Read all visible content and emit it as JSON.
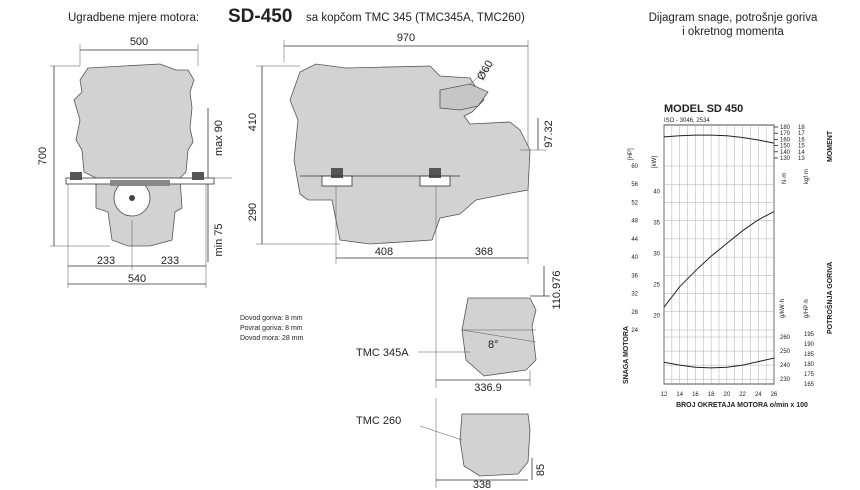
{
  "header": {
    "prefix": "Ugradbene mjere motora:",
    "model": "SD-450",
    "suffix": "sa kopčom TMC 345 (TMC345A, TMC260)",
    "chart_title_line1": "Dijagram snage, potrošnje goriva",
    "chart_title_line2": "i okretnog momenta"
  },
  "front_view": {
    "width_top": "500",
    "height": "700",
    "max": "max 90",
    "min": "min 75",
    "half_left": "233",
    "half_right": "233",
    "width_bottom": "540"
  },
  "side_view": {
    "length": "970",
    "upper_height": "410",
    "lower_height": "290",
    "exhaust": "Ø60",
    "shaft_offset": "97.32",
    "mount_left": "408",
    "mount_right": "368"
  },
  "connections": {
    "fuel_in": "Dovod goriva: 8 mm",
    "fuel_return": "Povrat goriva: 8 mm",
    "sea_water": "Dovod mora: 28 mm"
  },
  "tmc345a": {
    "label": "TMC 345A",
    "angle": "8°",
    "height": "110.976",
    "length": "336.9"
  },
  "tmc260": {
    "label": "TMC 260",
    "length": "338",
    "height": "85"
  },
  "chart_data": {
    "type": "line",
    "title": "MODEL SD 450",
    "subtitle": "ISO - 3046, 2534",
    "xlabel": "BROJ OKRETAJA MOTORA o/min x 100",
    "x_ticks": [
      "12",
      "14",
      "16",
      "18",
      "20",
      "22",
      "24",
      "26"
    ],
    "xlim": [
      12,
      26
    ],
    "power": {
      "unit_hp": "[HP]",
      "unit_kw": "[kW]",
      "side_label": "SNAGA MOTORA",
      "hp_ticks": [
        "60",
        "56",
        "52",
        "48",
        "44",
        "40",
        "36",
        "32",
        "28",
        "24"
      ],
      "kw_ticks": [
        "40",
        "35",
        "30",
        "25",
        "20"
      ],
      "hp_range": [
        24,
        60
      ],
      "series": {
        "name": "",
        "x": [
          12,
          14,
          16,
          18,
          20,
          22,
          24,
          26
        ],
        "hp": [
          29,
          33.5,
          37,
          40.2,
          43,
          45.8,
          48.2,
          50
        ]
      }
    },
    "torque": {
      "unit_nm": "N·m",
      "unit_kgm": "kgf·m",
      "side_label": "MOMENT",
      "nm_ticks": [
        "180",
        "170",
        "160",
        "150",
        "140",
        "130"
      ],
      "kgm_ticks": [
        "18",
        "17",
        "16",
        "15",
        "14",
        "13"
      ],
      "nm_range": [
        130,
        180
      ],
      "series": {
        "name": "",
        "x": [
          12,
          14,
          16,
          18,
          20,
          22,
          24,
          26
        ],
        "nm": [
          164,
          166,
          167,
          167,
          166,
          163,
          159,
          154
        ]
      }
    },
    "consumption": {
      "unit_gkwh": "g/kW·h",
      "unit_ghph": "g/HP·h",
      "side_label": "POTROŠNJA GORIVA",
      "gkwh_ticks": [
        "260",
        "250",
        "240",
        "230"
      ],
      "ghph_ticks": [
        "195",
        "190",
        "185",
        "180",
        "175",
        "165"
      ],
      "gkwh_range": [
        228,
        265
      ],
      "series": {
        "name": "",
        "x": [
          12,
          14,
          16,
          18,
          20,
          22,
          24,
          26
        ],
        "gkwh": [
          242,
          240,
          238.5,
          238,
          238.5,
          240,
          242.5,
          245
        ]
      }
    }
  }
}
